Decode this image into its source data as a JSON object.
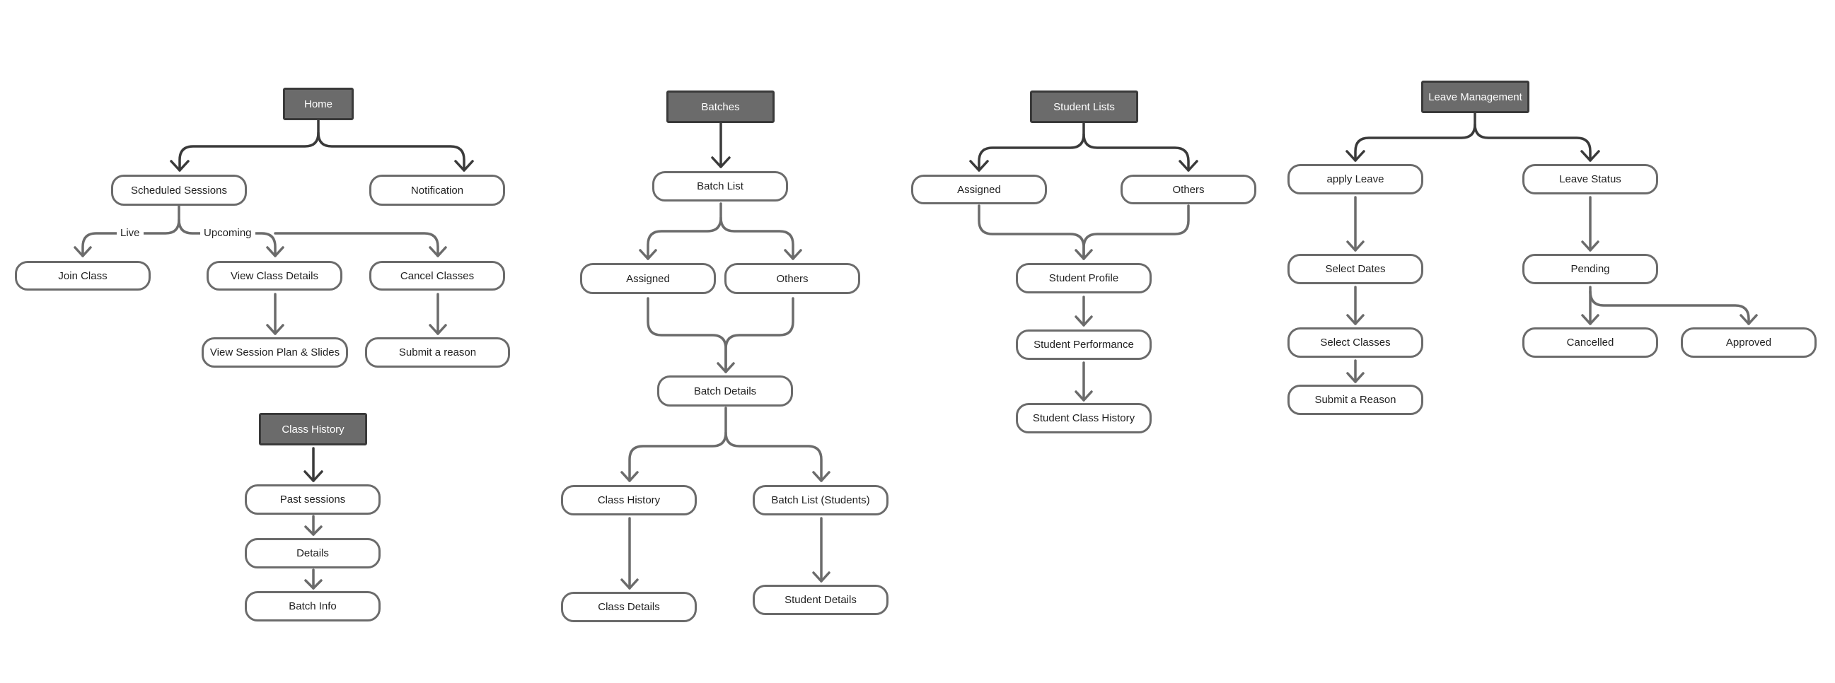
{
  "flows": {
    "home": {
      "root": "Home",
      "scheduled_sessions": "Scheduled Sessions",
      "notification": "Notification",
      "edge_live": "Live",
      "edge_upcoming": "Upcoming",
      "join_class": "Join Class",
      "view_class_details": "View Class Details",
      "cancel_classes": "Cancel Classes",
      "view_session_plan": "View Session Plan & Slides",
      "submit_reason": "Submit a reason"
    },
    "class_history": {
      "root": "Class History",
      "past_sessions": "Past sessions",
      "details": "Details",
      "batch_info": "Batch Info"
    },
    "batches": {
      "root": "Batches",
      "batch_list": "Batch List",
      "assigned": "Assigned",
      "others": "Others",
      "batch_details": "Batch Details",
      "class_history": "Class History",
      "batch_list_students": "Batch List (Students)",
      "class_details": "Class Details",
      "student_details": "Student Details"
    },
    "student_lists": {
      "root": "Student Lists",
      "assigned": "Assigned",
      "others": "Others",
      "student_profile": "Student Profile",
      "student_performance": "Student Performance",
      "student_class_history": "Student Class History"
    },
    "leave_management": {
      "root": "Leave Management",
      "apply_leave": "apply Leave",
      "leave_status": "Leave Status",
      "select_dates": "Select Dates",
      "select_classes": "Select Classes",
      "submit_a_reason": "Submit a Reason",
      "pending": "Pending",
      "cancelled": "Cancelled",
      "approved": "Approved"
    }
  },
  "colors": {
    "root_fill": "#6b6b6b",
    "root_border": "#3a3a3a",
    "node_border": "#6b6b6b",
    "connector": "#6b6b6b",
    "connector_dark": "#3a3a3a"
  }
}
